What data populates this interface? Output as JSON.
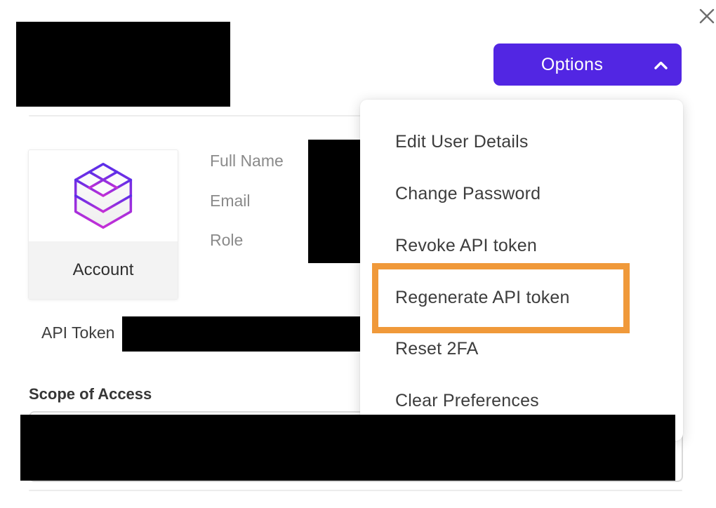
{
  "window": {
    "close_icon": "close-x"
  },
  "toolbar": {
    "options_label": "Options",
    "chevron_icon": "chevron-up"
  },
  "account_card": {
    "icon": "wireframe-cube",
    "label": "Account"
  },
  "profile": {
    "field_labels": [
      "Full Name",
      "Email",
      "Role"
    ]
  },
  "api_token": {
    "label": "API Token"
  },
  "scope": {
    "heading": "Scope of Access"
  },
  "options_menu": {
    "items": [
      {
        "label": "Edit User Details",
        "highlighted": false
      },
      {
        "label": "Change Password",
        "highlighted": false
      },
      {
        "label": "Revoke API token",
        "highlighted": false
      },
      {
        "label": "Regenerate API token",
        "highlighted": true
      },
      {
        "label": "Reset 2FA",
        "highlighted": false
      },
      {
        "label": "Clear Preferences",
        "highlighted": false
      }
    ],
    "highlighted_item": "Regenerate API token"
  },
  "colors": {
    "accent_purple": "#5226e3",
    "highlight_orange": "#f0993a",
    "cube_gradient_top": "#5b2ee8",
    "cube_gradient_bottom": "#c42fd6"
  }
}
